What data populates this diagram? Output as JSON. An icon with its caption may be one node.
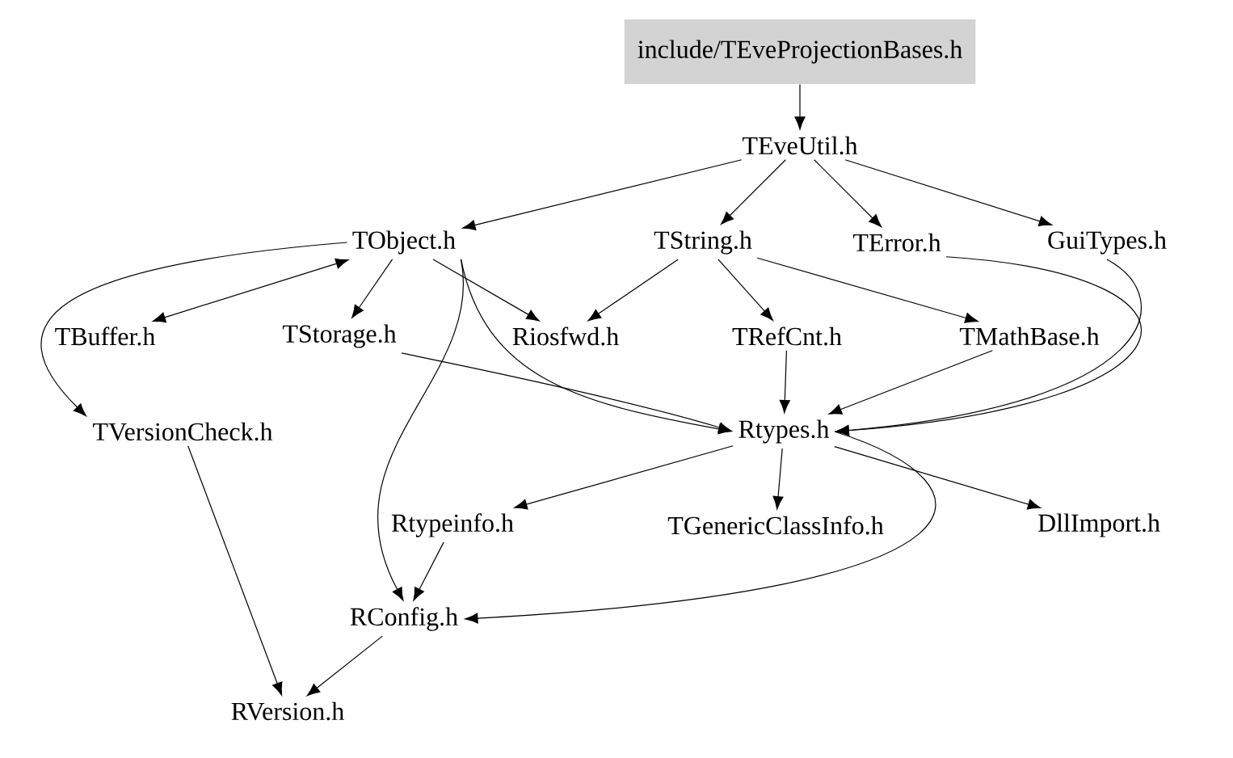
{
  "diagram": {
    "nodes": [
      {
        "text": [
          "include/TEveProjectionBases.h"
        ]
      },
      {
        "text": [
          "TEveUtil.h"
        ]
      },
      {
        "text": [
          "TObject.h"
        ]
      },
      {
        "text": [
          "TString.h"
        ]
      },
      {
        "text": [
          "TError.h"
        ]
      },
      {
        "text": [
          "GuiTypes.h"
        ]
      },
      {
        "text": [
          "TBuffer.h"
        ]
      },
      {
        "text": [
          "TStorage.h"
        ]
      },
      {
        "text": [
          "Riosfwd.h"
        ]
      },
      {
        "text": [
          "TRefCnt.h"
        ]
      },
      {
        "text": [
          "TMathBase.h"
        ]
      },
      {
        "text": [
          "TVersionCheck.h"
        ]
      },
      {
        "text": [
          "Rtypes.h"
        ]
      },
      {
        "text": [
          "Rtypeinfo.h"
        ]
      },
      {
        "text": [
          "TGenericClassInfo.h"
        ]
      },
      {
        "text": [
          "DllImport.h"
        ]
      },
      {
        "text": [
          "RConfig.h"
        ]
      },
      {
        "text": [
          "RVersion.h"
        ]
      }
    ],
    "edges": [
      {
        "from": 0,
        "to": 1,
        "arrow": "to"
      },
      {
        "from": 1,
        "to": 2,
        "arrow": "to"
      },
      {
        "from": 1,
        "to": 3,
        "arrow": "to"
      },
      {
        "from": 1,
        "to": 4,
        "arrow": "to"
      },
      {
        "from": 1,
        "to": 5,
        "arrow": "to"
      },
      {
        "from": 2,
        "to": 6,
        "arrow": "both"
      },
      {
        "from": 2,
        "to": 7,
        "arrow": "to"
      },
      {
        "from": 2,
        "to": 8,
        "arrow": "to"
      },
      {
        "from": 2,
        "to": 11,
        "arrow": "to"
      },
      {
        "from": 2,
        "to": 12,
        "arrow": "to"
      },
      {
        "from": 2,
        "to": 16,
        "arrow": "to"
      },
      {
        "from": 7,
        "to": 12,
        "arrow": "to"
      },
      {
        "from": 3,
        "to": 8,
        "arrow": "to"
      },
      {
        "from": 3,
        "to": 9,
        "arrow": "to"
      },
      {
        "from": 3,
        "to": 10,
        "arrow": "to"
      },
      {
        "from": 4,
        "to": 12,
        "arrow": "to"
      },
      {
        "from": 5,
        "to": 12,
        "arrow": "to"
      },
      {
        "from": 9,
        "to": 12,
        "arrow": "to"
      },
      {
        "from": 10,
        "to": 12,
        "arrow": "to"
      },
      {
        "from": 11,
        "to": 17,
        "arrow": "to"
      },
      {
        "from": 12,
        "to": 13,
        "arrow": "to"
      },
      {
        "from": 12,
        "to": 14,
        "arrow": "to"
      },
      {
        "from": 12,
        "to": 15,
        "arrow": "to"
      },
      {
        "from": 12,
        "to": 16,
        "arrow": "to"
      },
      {
        "from": 13,
        "to": 16,
        "arrow": "to"
      },
      {
        "from": 16,
        "to": 17,
        "arrow": "to"
      }
    ]
  }
}
